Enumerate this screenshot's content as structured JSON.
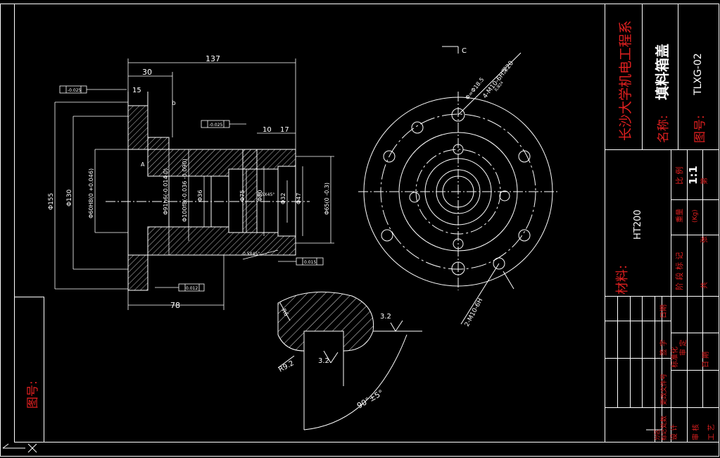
{
  "drawing": {
    "title_block": {
      "school": "长沙大学机电工程系",
      "name_label": "名称:",
      "part_name": "填料箱盖",
      "drawing_no_label": "图号:",
      "drawing_no": "TLXG-02",
      "material_label": "材料:",
      "material": "HT200",
      "scale_label": "比 例",
      "scale": "1:1",
      "weight_label": "重量",
      "weight_unit": "(Kg)",
      "stage_label": "阶 段 标 记",
      "sheets_total_label": "共",
      "sheets_label": "张",
      "sheet_no_label": "第",
      "rev_labels": [
        "日期",
        "签 字",
        "标准化",
        "审 定",
        "日 期",
        "更改文件号",
        "处数",
        "分区",
        "标记",
        "设 计",
        "审 核",
        "工 艺"
      ]
    },
    "left_block": {
      "label": "图号:"
    },
    "dimensions": {
      "length_137": "137",
      "len_30": "30",
      "len_15": "15",
      "len_10": "10",
      "len_17": "17",
      "len_78": "78",
      "d155": "Φ155",
      "d130": "Φ130",
      "d60": "Φ60H8(0 +0.046)",
      "d91": "Φ91h6(-0.014 0)",
      "d100": "Φ100f8(-0.036 -0.090)",
      "d36": "Φ36",
      "d75": "Φ75",
      "d80": "Φ80",
      "d32": "Φ32",
      "d47": "Φ47",
      "d65": "Φ65(0 -0.3)",
      "chamfer1": "0.5X45°",
      "chamfer2": "0.5X45°",
      "tol1": "-0.025",
      "tol2": "-0.025",
      "tol3": "0.015",
      "tol4": "0.012",
      "datum_a": "A",
      "datum_b": "b",
      "datum_c": "C",
      "hole1": "4-M10-6H深20",
      "hole1_sub": "孔深24",
      "hole2": "2-M10-6H",
      "pcd": "Φ=Φ18.5",
      "radius": "R9.2",
      "angle": "90°±5°",
      "rough1": "3.2",
      "rough2": "3.2",
      "r6": "R6"
    }
  }
}
